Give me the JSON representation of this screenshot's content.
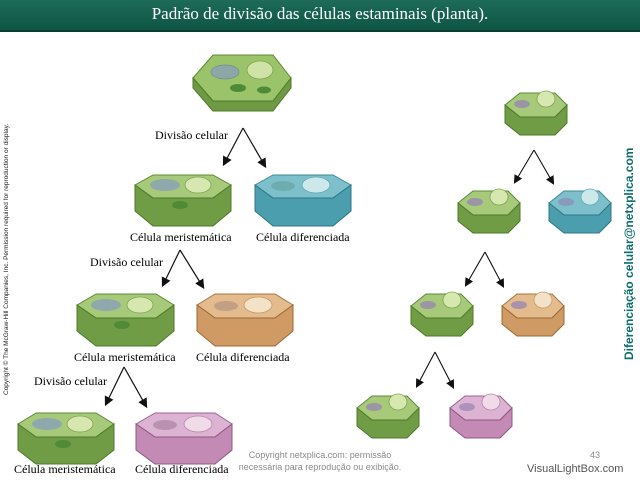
{
  "header": {
    "title": "Padrão de divisão das células estaminais (planta)."
  },
  "labels": {
    "division": "Divisão celular",
    "meristematic": "Célula meristemática",
    "differentiated": "Célula diferenciada"
  },
  "sidebar": {
    "copyright": "Copyright © The McGraw-Hill Companies, Inc. Permission required for reproduction or display.",
    "brand": "Diferenciação celular@netxplica.com"
  },
  "footer": {
    "copyright_line1": "Copyright netxplica.com: permissão",
    "copyright_line2": "necessária para reprodução ou exibição.",
    "page_number": "43",
    "watermark": "VisualLightBox.com"
  },
  "colors": {
    "title_bar": "#1d6b58",
    "green_cell": "#7fae4f",
    "blue_cell": "#4f9fae",
    "orange_cell": "#d6a06a",
    "pink_cell": "#c592b8",
    "brand_text": "#0e6e70"
  }
}
